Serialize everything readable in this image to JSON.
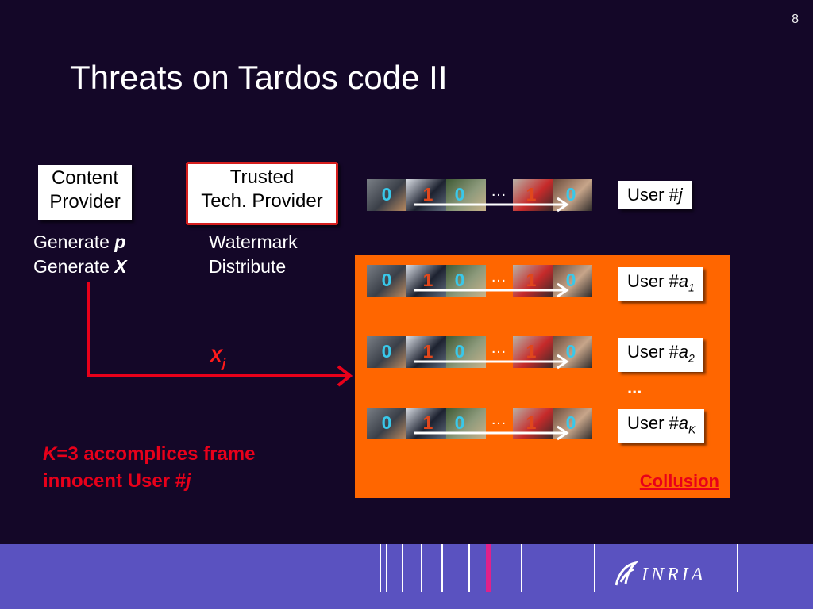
{
  "slide": {
    "number": "8",
    "title": "Threats on Tardos code II"
  },
  "content_provider": {
    "line1": "Content",
    "line2": "Provider",
    "caption1_prefix": "Generate ",
    "caption1_var": "p",
    "caption2_prefix": "Generate ",
    "caption2_var": "X"
  },
  "trusted_provider": {
    "line1": "Trusted",
    "line2": "Tech. Provider",
    "caption1": "Watermark",
    "caption2": "Distribute"
  },
  "sequences": [
    {
      "bits": [
        "0",
        "1",
        "0",
        "1",
        "0"
      ],
      "ellipsis": "…",
      "user_prefix": "User #",
      "user_var": "j",
      "user_sub": ""
    },
    {
      "bits": [
        "0",
        "1",
        "0",
        "1",
        "0"
      ],
      "ellipsis": "…",
      "user_prefix": "User #",
      "user_var": "a",
      "user_sub": "1"
    },
    {
      "bits": [
        "0",
        "1",
        "0",
        "1",
        "0"
      ],
      "ellipsis": "…",
      "user_prefix": "User #",
      "user_var": "a",
      "user_sub": "2"
    },
    {
      "bits": [
        "0",
        "1",
        "0",
        "1",
        "0"
      ],
      "ellipsis": "…",
      "user_prefix": "User #",
      "user_var": "a",
      "user_sub": "K"
    }
  ],
  "between_users": "...",
  "flow_label": {
    "var": "X",
    "sub": "j"
  },
  "collusion_label": "Collusion",
  "statement": {
    "line1_var": "K",
    "line1_rest": "=3 accomplices frame",
    "line2_prefix": "innocent User #",
    "line2_var": "j"
  },
  "footer": {
    "logo": "INRIA"
  },
  "colors": {
    "background": "#140728",
    "collusion_area": "#ff6600",
    "accent_red": "#e8001a",
    "bit_zero": "#39c8ea",
    "bit_one": "#e0471c",
    "footer_band": "#5a52c0"
  }
}
